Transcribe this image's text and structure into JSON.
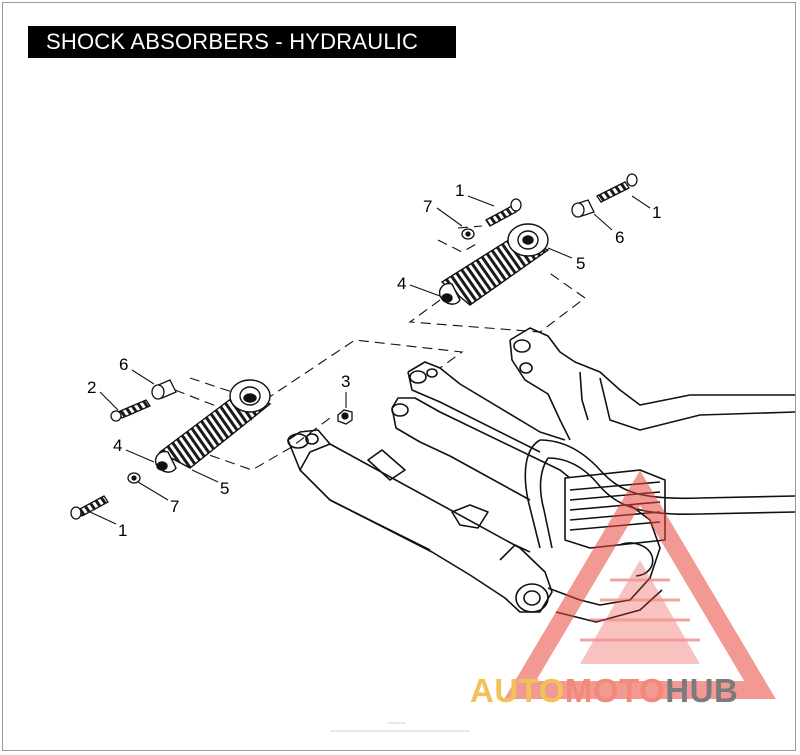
{
  "title": "SHOCK ABSORBERS - HYDRAULIC",
  "callouts": [
    {
      "id": "c1-top-left",
      "text": "1"
    },
    {
      "id": "c7-top",
      "text": "7"
    },
    {
      "id": "c1-top-right",
      "text": "1"
    },
    {
      "id": "c6-top",
      "text": "6"
    },
    {
      "id": "c5-top",
      "text": "5"
    },
    {
      "id": "c4-top",
      "text": "4"
    },
    {
      "id": "c6-left",
      "text": "6"
    },
    {
      "id": "c2-left",
      "text": "2"
    },
    {
      "id": "c3",
      "text": "3"
    },
    {
      "id": "c4-left",
      "text": "4"
    },
    {
      "id": "c5-left",
      "text": "5"
    },
    {
      "id": "c7-left",
      "text": "7"
    },
    {
      "id": "c1-bottom",
      "text": "1"
    }
  ],
  "watermark": {
    "part1": "AUTO",
    "part2": "MOTO",
    "part3": "HUB",
    "colors": {
      "part1": "#f2c15a",
      "part2": "#f28a7a",
      "part3": "#7b7b7b",
      "triangle": "#e8463c"
    }
  }
}
